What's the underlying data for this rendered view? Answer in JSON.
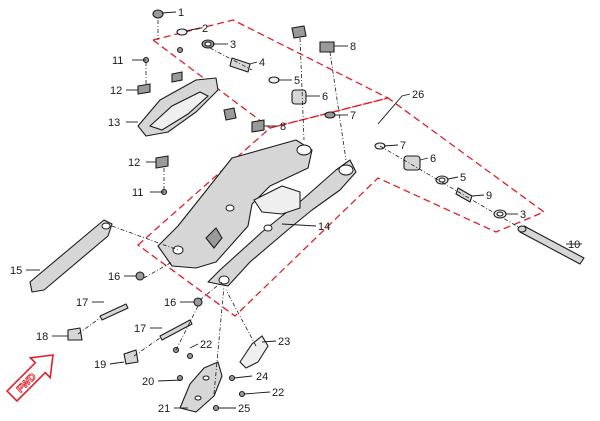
{
  "direction_marker": {
    "text": "FWD",
    "color": "#e0202a"
  },
  "kit_outline_color": "#e0202a",
  "callouts": {
    "c1": "1",
    "c2": "2",
    "c3a": "3",
    "c3b": "3",
    "c4": "4",
    "c5a": "5",
    "c5b": "5",
    "c6a": "6",
    "c6b": "6",
    "c7a": "7",
    "c7b": "7",
    "c8a": "8",
    "c8b": "8",
    "c9": "9",
    "c10": "10",
    "c11a": "11",
    "c11b": "11",
    "c12a": "12",
    "c12b": "12",
    "c13": "13",
    "c14": "14",
    "c15": "15",
    "c16a": "16",
    "c16b": "16",
    "c17a": "17",
    "c17b": "17",
    "c18": "18",
    "c19": "19",
    "c20": "20",
    "c21": "21",
    "c22a": "22",
    "c22b": "22",
    "c23": "23",
    "c24": "24",
    "c25": "25",
    "c26": "26"
  }
}
